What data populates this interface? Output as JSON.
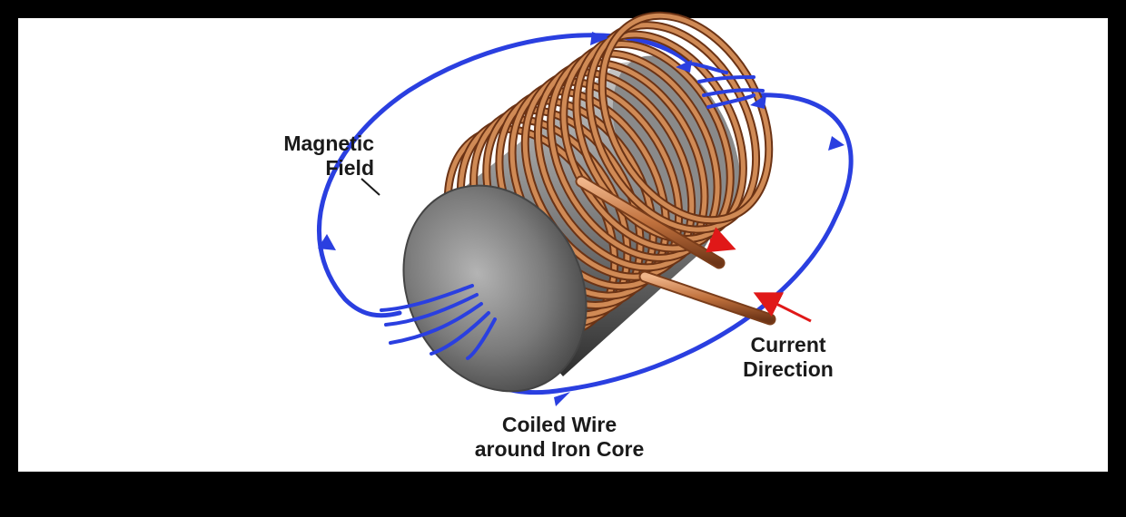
{
  "labels": {
    "magnetic_field": [
      "Magnetic",
      "Field"
    ],
    "current_direction": [
      "Current",
      "Direction"
    ],
    "coiled_wire": [
      "Coiled Wire",
      "around Iron Core"
    ]
  },
  "colors": {
    "background_frame": "#000000",
    "panel": "#ffffff",
    "field_lines": "#2a3fe0",
    "copper": "#c0713d",
    "iron": "#7d7d7d",
    "current_arrow": "#e01818"
  },
  "icons": [
    "field-line-arrow-icon",
    "current-arrow-icon"
  ]
}
